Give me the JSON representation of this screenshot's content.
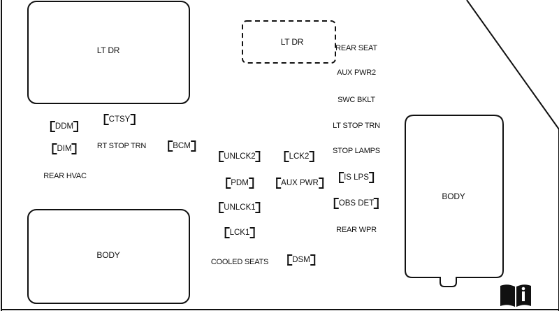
{
  "boxes": {
    "lt_dr_large": "LT DR",
    "lt_dr_dashed": "LT DR",
    "body_bottom_left": "BODY",
    "body_right": "BODY"
  },
  "fuses_left": {
    "ddm": "DDM",
    "ctsy": "CTSY",
    "dim": "DIM",
    "rt_stop_trn": "RT STOP TRN",
    "bcm": "BCM",
    "rear_hvac": "REAR HVAC"
  },
  "fuses_center": {
    "unlck2": "UNLCK2",
    "lck2": "LCK2",
    "pdm": "PDM",
    "aux_pwr": "AUX PWR",
    "unlck1": "UNLCK1",
    "lck1": "LCK1",
    "cooled_seats": "COOLED SEATS",
    "dsm": "DSM"
  },
  "fuses_right_column": {
    "rear_seat": "REAR SEAT",
    "aux_pwr2": "AUX PWR2",
    "swc_bklt": "SWC BKLT",
    "lt_stop_trn": "LT STOP TRN",
    "stop_lamps": "STOP LAMPS",
    "is_lps": "IS LPS",
    "obs_det": "OBS DET",
    "rear_wpr": "REAR WPR"
  },
  "colors": {
    "line": "#111111",
    "background": "#ffffff"
  },
  "icons": {
    "owner_manual": "owner-manual-icon"
  }
}
